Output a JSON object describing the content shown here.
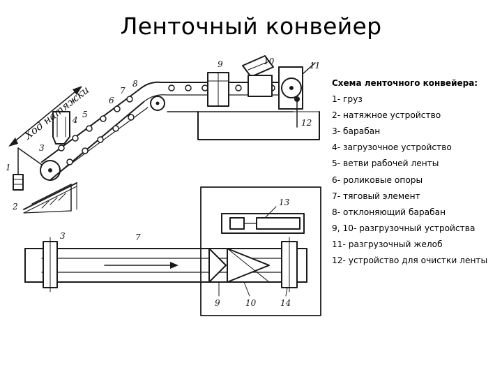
{
  "title": "Ленточный конвейер",
  "legend": {
    "heading": "Схема ленточного конвейера:",
    "items": [
      "1- груз",
      "2- натяжное устройство",
      "3-  барабан",
      "4- загрузочное устройство",
      "5-  ветви рабочей ленты",
      "6- роликовые опоры",
      "7-  тяговый элемент",
      "8- отклоняющий барабан",
      "9, 10- разгрузочный устройства",
      "11- разгрузочный желоб",
      "12- устройство для очистки ленты"
    ]
  },
  "diagram": {
    "stroke_color": "#1a1a1a",
    "side_view": {
      "travel_label": "Ход натяжки",
      "labels": [
        "1",
        "2",
        "3",
        "4",
        "5",
        "6",
        "7",
        "8",
        "9",
        "10",
        "11",
        "12"
      ]
    },
    "plan_view": {
      "labels": [
        "3",
        "7",
        "13",
        "9",
        "10",
        "14"
      ]
    }
  }
}
